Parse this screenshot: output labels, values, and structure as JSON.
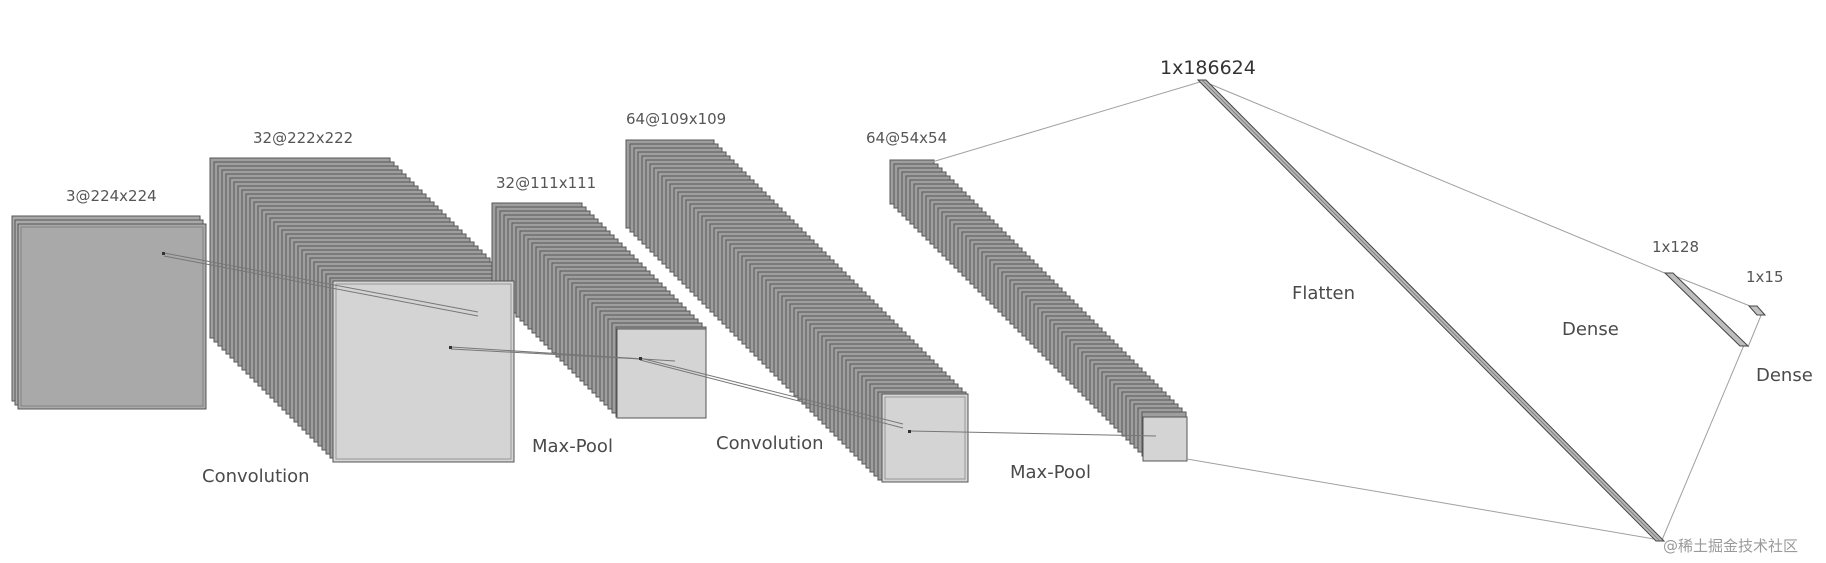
{
  "diagram": {
    "layers": [
      {
        "id": "input",
        "shape": "3@224x224"
      },
      {
        "id": "conv1",
        "shape": "32@222x222"
      },
      {
        "id": "pool1",
        "shape": "32@111x111"
      },
      {
        "id": "conv2",
        "shape": "64@109x109"
      },
      {
        "id": "pool2",
        "shape": "64@54x54"
      },
      {
        "id": "flatten",
        "shape": "1x186624"
      },
      {
        "id": "dense1",
        "shape": "1x128"
      },
      {
        "id": "dense2",
        "shape": "1x15"
      }
    ],
    "operations": [
      "Convolution",
      "Max-Pool",
      "Convolution",
      "Max-Pool",
      "Flatten",
      "Dense",
      "Dense"
    ]
  },
  "watermark": "@稀土掘金技术社区",
  "colors": {
    "input_face": "#a9a9a9",
    "feature_map_sheet": "#9e9e9e",
    "kernel_face": "#d4d4d4",
    "outline": "#555555",
    "connector": "#8a8a8a"
  }
}
